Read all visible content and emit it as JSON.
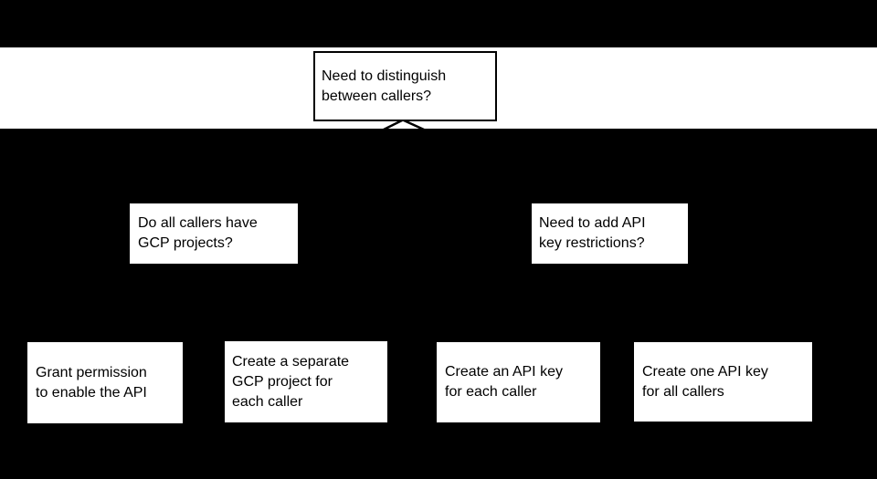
{
  "colors": {
    "background": "#000000",
    "box_fill": "#ffffff",
    "box_border": "#000000",
    "text": "#000000",
    "connector": "#000000"
  },
  "flowchart": {
    "root": {
      "label": "Need to distinguish between callers?",
      "lines": [
        "Need to distinguish",
        "between callers?"
      ]
    },
    "level2": [
      {
        "label": "Do all callers have GCP projects?",
        "lines": [
          "Do all callers have",
          "GCP projects?"
        ]
      },
      {
        "label": "Need to add API key restrictions?",
        "lines": [
          "Need to add API",
          "key restrictions?"
        ]
      }
    ],
    "leaves": [
      {
        "label": "Grant permission to enable the API",
        "lines": [
          "Grant permission",
          "to enable the API"
        ]
      },
      {
        "label": "Create a separate GCP project for each caller",
        "lines": [
          "Create a separate",
          "GCP project for",
          "each caller"
        ]
      },
      {
        "label": "Create an API key for each caller",
        "lines": [
          "Create an API key",
          "for each caller"
        ]
      },
      {
        "label": "Create one API key for all callers",
        "lines": [
          "Create one API key",
          "for all callers"
        ]
      }
    ]
  }
}
